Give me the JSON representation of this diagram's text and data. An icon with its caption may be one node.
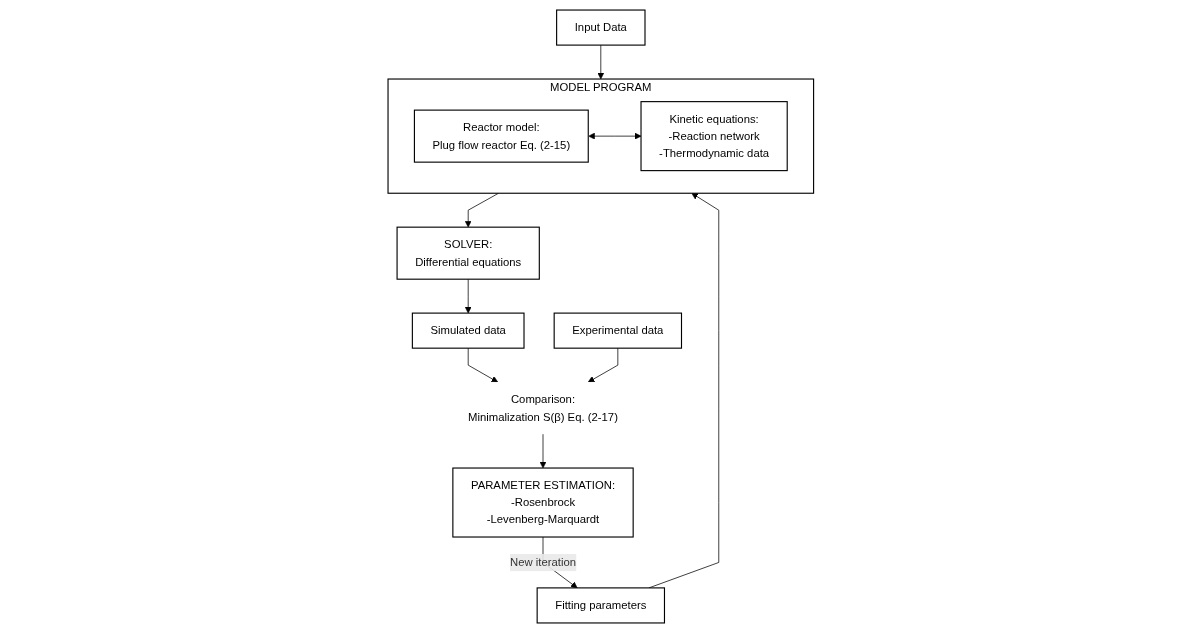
{
  "diagram": {
    "nodes": [
      {
        "text": [
          "Input Data"
        ]
      },
      {
        "text": [
          "MODEL PROGRAM"
        ]
      },
      {
        "text": [
          "Reactor model:",
          "Plug flow reactor Eq. (2-15)"
        ],
        "in": 1
      },
      {
        "text": [
          "Kinetic equations:",
          "-Reaction network",
          "-Thermodynamic data"
        ],
        "in": 1
      },
      {
        "text": [
          "Fitting parameters"
        ]
      },
      {
        "text": [
          "SOLVER:",
          "Differential equations"
        ]
      },
      {
        "text": [
          "Simulated data"
        ]
      },
      {
        "text": [
          "Comparison:",
          "Minimalization S(β) Eq. (2-17)"
        ]
      },
      {
        "text": [
          "Experimental data"
        ]
      },
      {
        "text": [
          "PARAMETER ESTIMATION:",
          "-Rosenbrock",
          "-Levenberg-Marquardt"
        ]
      }
    ],
    "edges": [
      {
        "from": 0,
        "to": 1,
        "arrow": "to"
      },
      {
        "from": 4,
        "to": 1,
        "arrow": "to"
      },
      {
        "from": 2,
        "to": 3,
        "arrow": "both"
      },
      {
        "from": 1,
        "to": 5,
        "arrow": "to"
      },
      {
        "from": 5,
        "to": 6,
        "arrow": "to"
      },
      {
        "from": 6,
        "to": 7,
        "arrow": "to"
      },
      {
        "from": 8,
        "to": 7,
        "arrow": "to"
      },
      {
        "from": 7,
        "to": 9,
        "arrow": "to"
      },
      {
        "from": 9,
        "to": 4,
        "arrow": "to",
        "label": "New iteration"
      }
    ]
  }
}
